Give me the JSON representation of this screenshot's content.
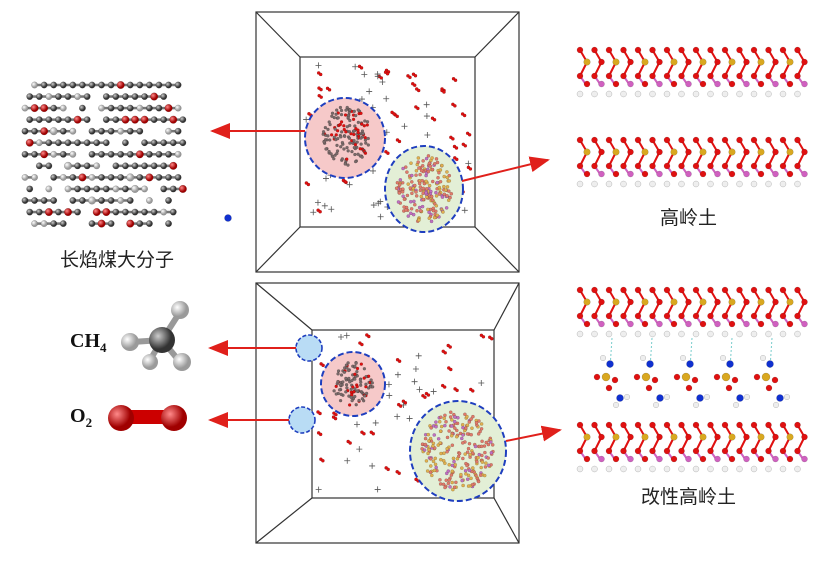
{
  "labels": {
    "coal_macromolecule": "长焰煤大分子",
    "kaolinite": "高岭土",
    "modified_kaolinite": "改性高岭土",
    "methane_base": "CH",
    "methane_sub": "4",
    "oxygen_base": "O",
    "oxygen_sub": "2"
  },
  "colors": {
    "arrow": "#e0201b",
    "dashed_circle": "#1f3fbf",
    "coal_region": "#f6c9c9",
    "clay_region": "#e3efd6",
    "gas_region": "#b9dcf5",
    "oxygen_atom": "#e01010",
    "silicon_atom": "#d9a820",
    "aluminum_atom": "#d060c0",
    "hydrogen_atom": "#eeeeee",
    "carbon_atom": "#808080",
    "nitrogen_atom": "#1030d0"
  }
}
